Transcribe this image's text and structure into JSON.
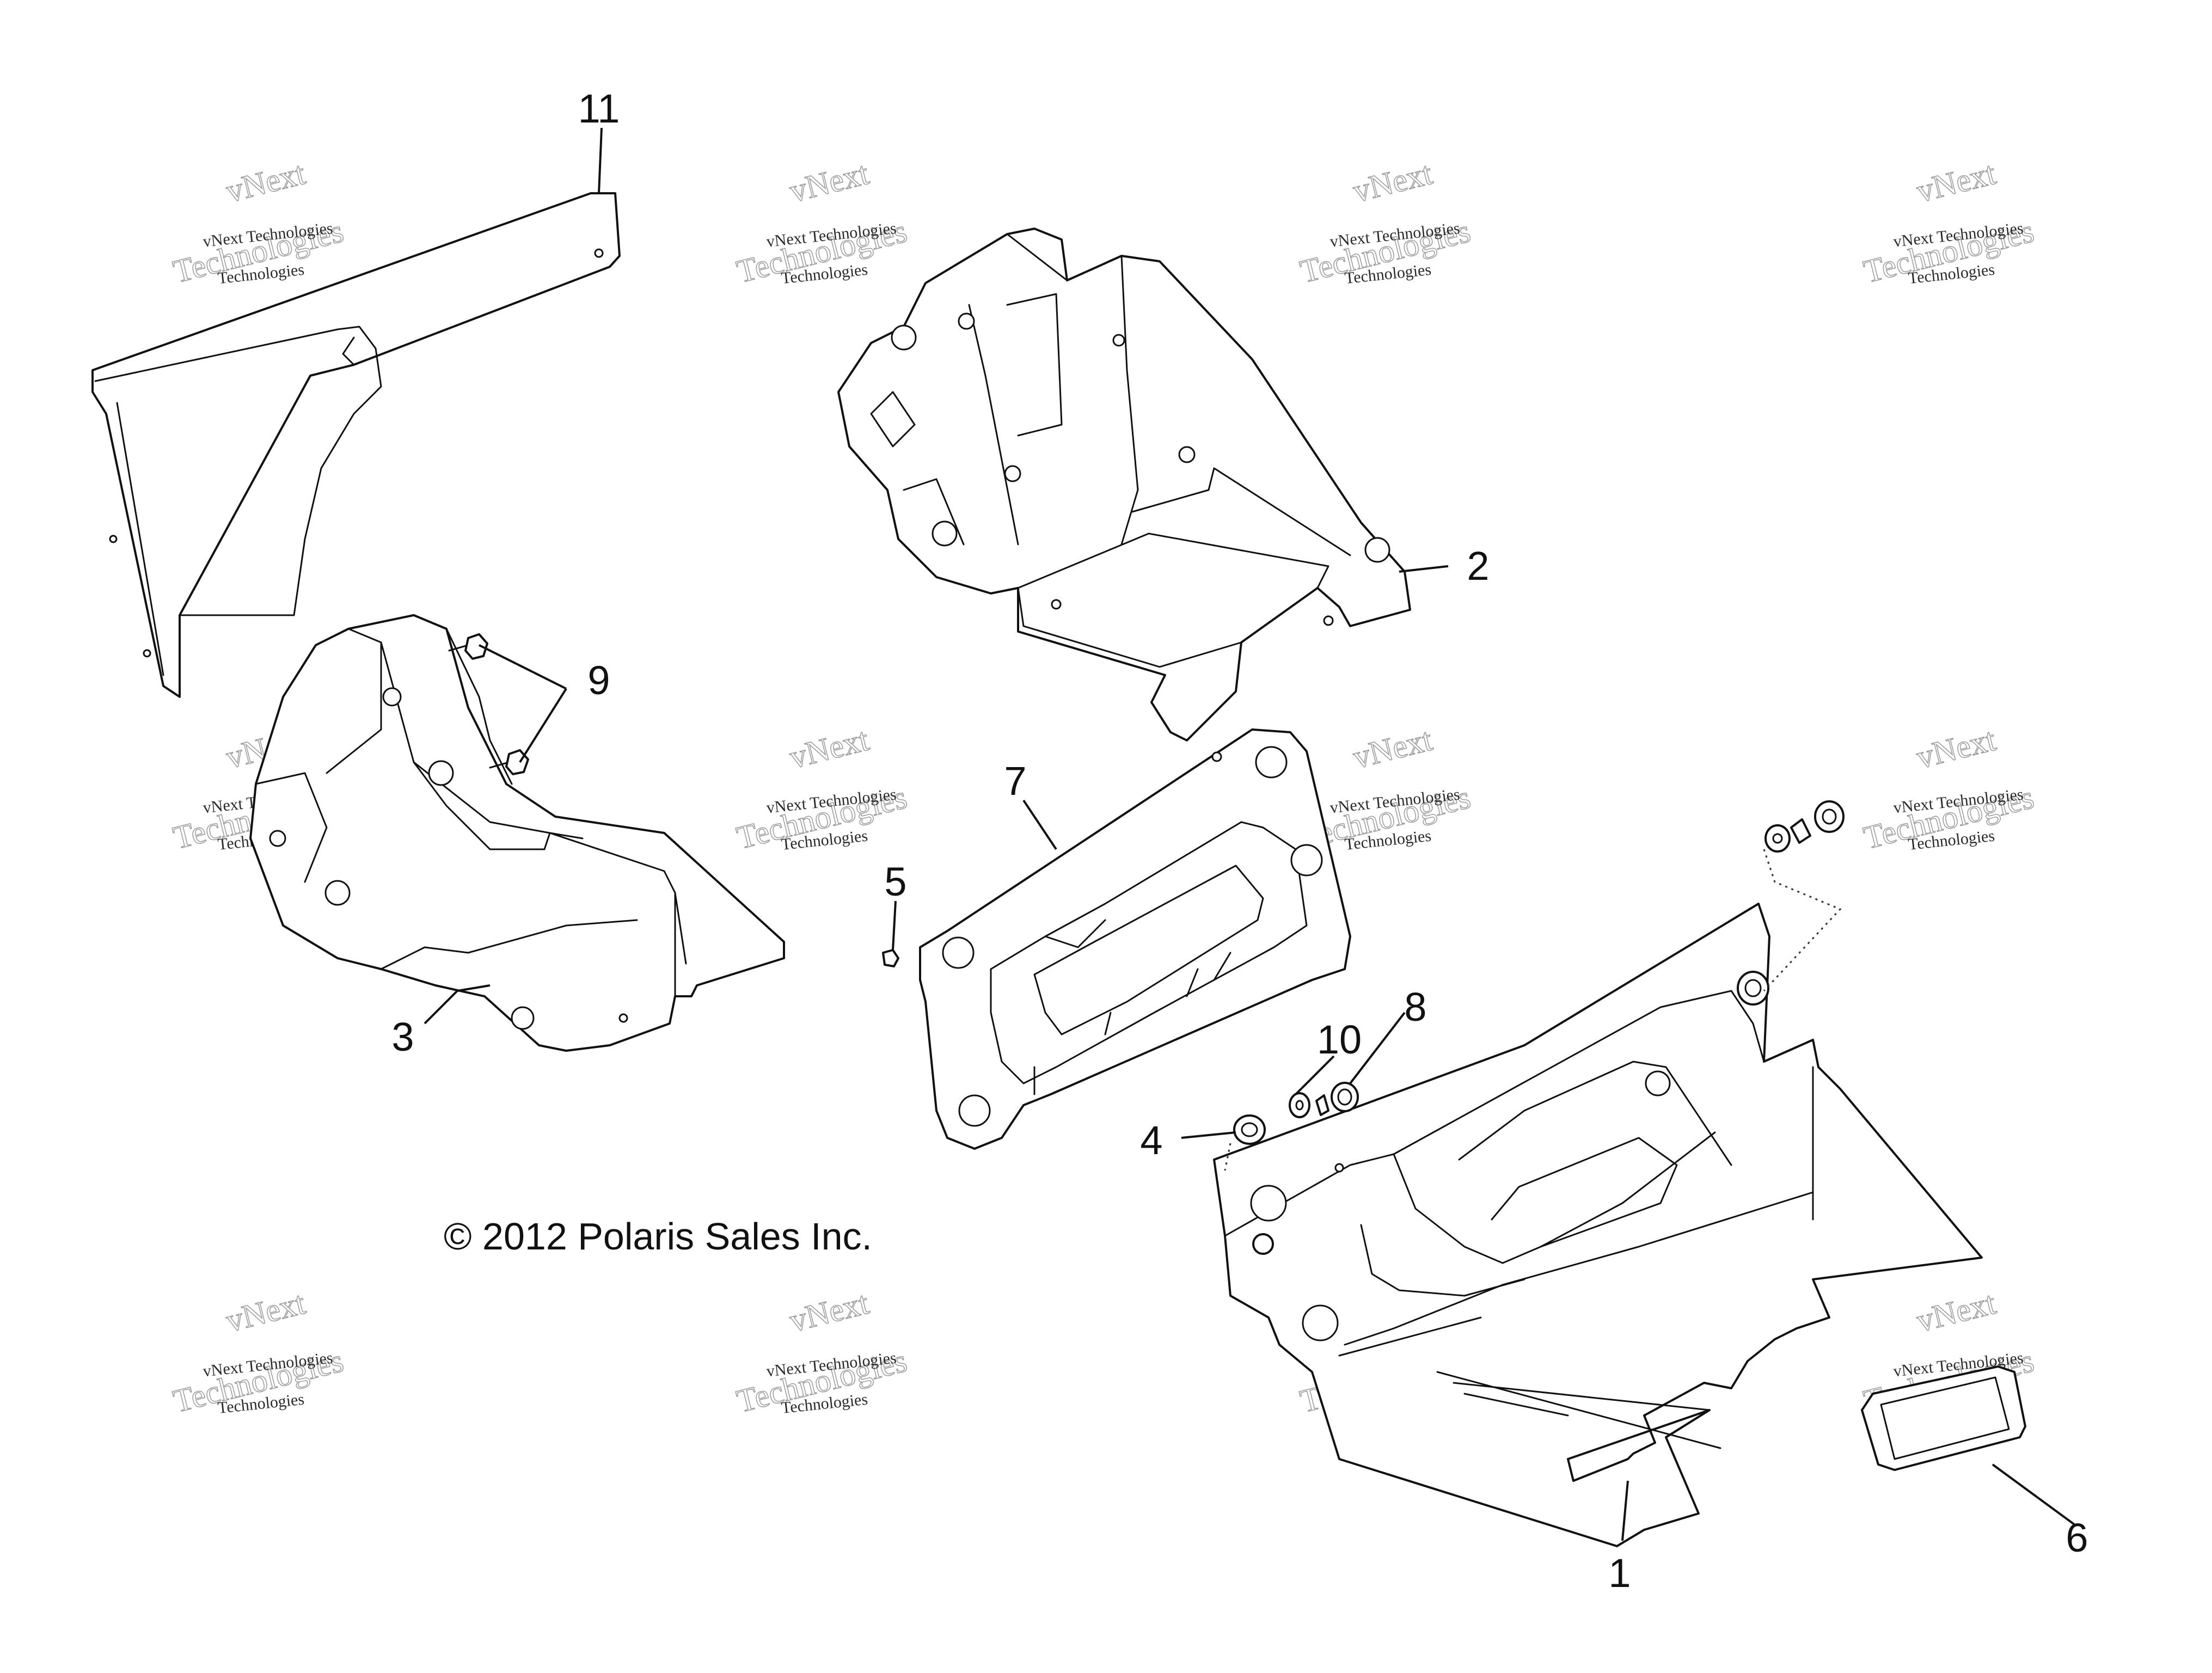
{
  "callouts": {
    "c1": "1",
    "c2": "2",
    "c3": "3",
    "c4": "4",
    "c5": "5",
    "c6": "6",
    "c7": "7",
    "c8": "8",
    "c9": "9",
    "c10": "10",
    "c11": "11"
  },
  "copyright": "© 2012 Polaris Sales Inc.",
  "watermark": {
    "word1": "vNext",
    "line1": "vNext Technologies",
    "word2": "Technologies"
  }
}
